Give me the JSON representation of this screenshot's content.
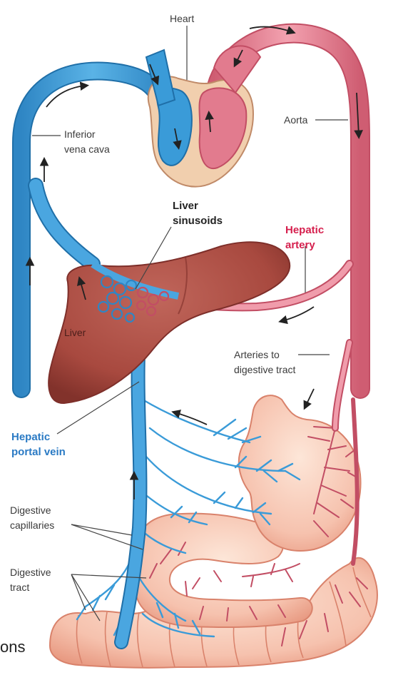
{
  "labels": {
    "heart": "Heart",
    "aorta": "Aorta",
    "inferior_vena_cava": [
      "Inferior",
      "vena cava"
    ],
    "liver_sinusoids": [
      "Liver",
      "sinusoids"
    ],
    "hepatic_artery": [
      "Hepatic",
      "artery"
    ],
    "liver": "Liver",
    "arteries_to_digestive_tract": [
      "Arteries to",
      "digestive tract"
    ],
    "hepatic_portal_vein": [
      "Hepatic",
      "portal vein"
    ],
    "digestive_capillaries": [
      "Digestive",
      "capillaries"
    ],
    "digestive_tract": [
      "Digestive",
      "tract"
    ],
    "partial_text": "ons"
  },
  "colors": {
    "vein_blue": "#3a9bd8",
    "vein_blue_dark": "#1f6fa8",
    "artery_pink": "#e27b8e",
    "artery_pink_dark": "#c24e64",
    "liver": "#a8493f",
    "liver_dark": "#7e2f2a",
    "tract": "#f6c2ae",
    "tract_dark": "#d9826b",
    "heart_tissue": "#f1cfae",
    "hepatic_artery_label": "#d6204e",
    "portal_vein_label": "#2a7ac4"
  },
  "icons": [
    "flow-arrow"
  ]
}
